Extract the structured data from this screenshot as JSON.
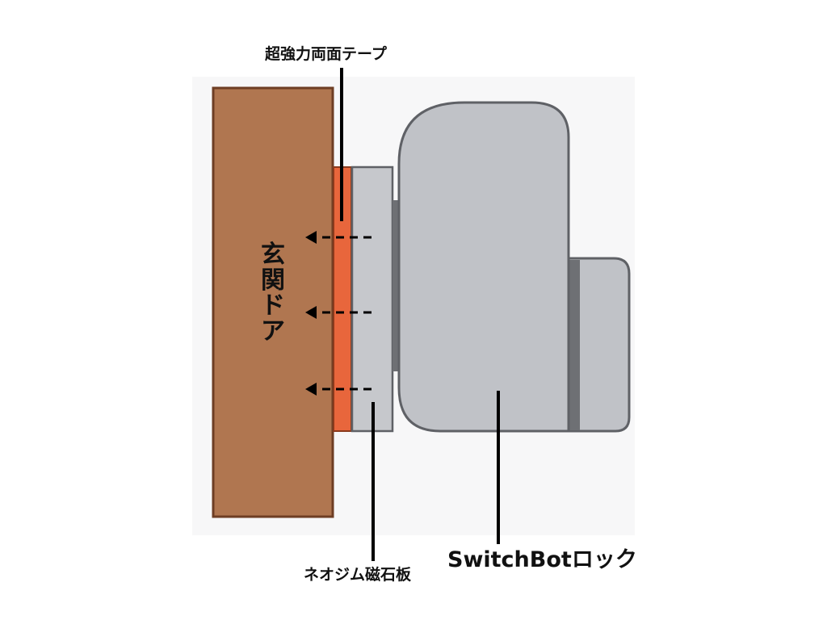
{
  "diagram": {
    "labels": {
      "tape": "超強力両面テープ",
      "magnet_plate": "ネオジム磁石板",
      "lock": "SwitchBotロック",
      "door_chars": [
        "玄",
        "関",
        "ド",
        "ア"
      ]
    },
    "colors": {
      "door_fill": "#b07650",
      "door_stroke": "#6e3e24",
      "tape_fill": "#e8663c",
      "tape_stroke": "#8a3a1c",
      "plate_fill": "#c6c8cc",
      "lock_fill": "#c0c2c7",
      "lock_stroke": "#5f6166",
      "lock_band": "#6e7074",
      "background_panel": "#f7f7f8",
      "text": "#111111"
    },
    "arrow_direction": "left"
  }
}
